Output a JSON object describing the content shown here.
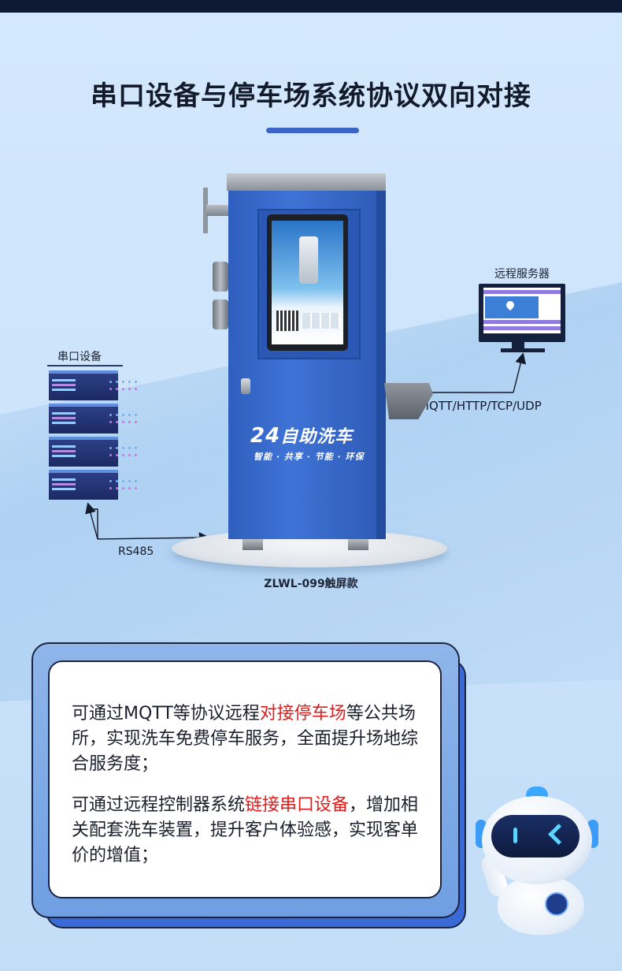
{
  "title": "串口设备与停车场系统协议双向对接",
  "machine": {
    "brand_number": "24",
    "brand_text": "自助洗车",
    "slogan": "智能 · 共享 · 节能 · 环保",
    "model": "ZLWL-099触屏款"
  },
  "serial_device": {
    "label": "串口设备"
  },
  "server": {
    "label": "远程服务器"
  },
  "protocols": "MQTT/HTTP/TCP/UDP",
  "rs485": "RS485",
  "card": {
    "p1_before": "可通过MQTT等协议远程",
    "p1_highlight": "对接停车场",
    "p1_after": "等公共场所，实现洗车免费停车服务，全面提升场地综合服务度；",
    "p2_before": "可通过远程控制器系统",
    "p2_highlight": "链接串口设备",
    "p2_after": "，增加相关配套洗车装置，提升客户体验感，实现客单价的增值；"
  },
  "colors": {
    "accent": "#3a64c8",
    "highlight": "#e11c1c",
    "machine_blue": "#3f73d6"
  },
  "icons": [
    "location-pin-icon",
    "robot-mascot-icon"
  ]
}
